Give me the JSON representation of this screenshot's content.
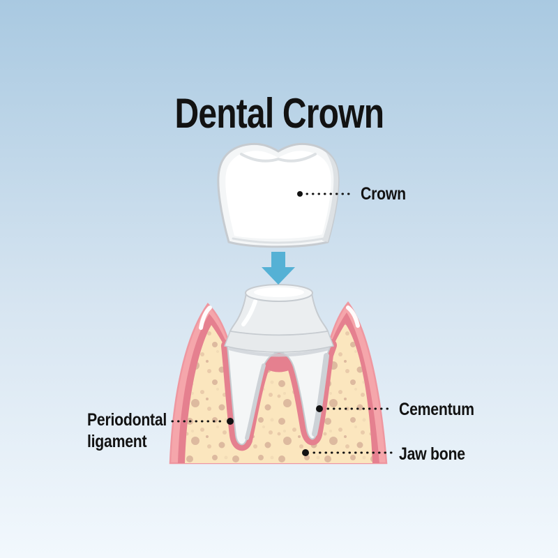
{
  "title": "Dental Crown",
  "labels": {
    "crown": "Crown",
    "cementum": "Cementum",
    "periodontal_line1": "Periodontal",
    "periodontal_line2": "ligament",
    "jaw_bone": "Jaw bone"
  },
  "icons": {
    "insertion_arrow": "arrow-down-icon"
  },
  "colors": {
    "bg_top": "#a9c9e1",
    "bg_mid": "#d7e5f1",
    "bg_bottom": "#f2f8fd",
    "ink": "#121212",
    "arrow": "#55b1d5",
    "gum_light": "#f5a6ab",
    "gum_edge": "#ef97a0",
    "gum_dark": "#e5808f",
    "bone": "#fbe6be",
    "speck_dark": "#d8b29a",
    "speck_mid": "#e6c6a6",
    "speck_light": "#f0d9b4",
    "tooth": "#f4f6f7",
    "white": "#ffffff",
    "tooth_line": "#c6cbd0",
    "tooth_shadow": "#dde1e4",
    "tooth_shadow2": "#cdd2d7",
    "stub": "#ebeef0",
    "margin": "#e7eaec"
  }
}
